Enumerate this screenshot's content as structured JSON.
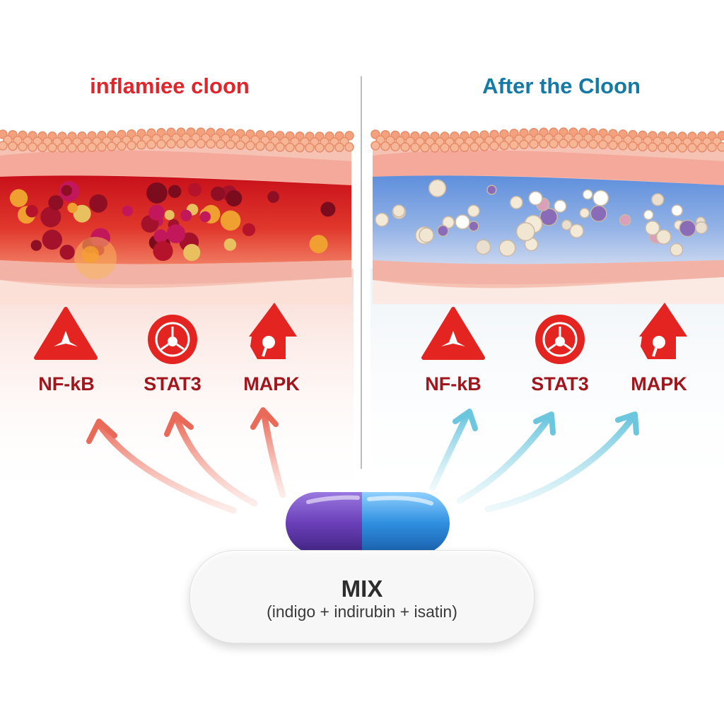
{
  "panels": {
    "left": {
      "title": "inflamiee cloon",
      "accent": "#e0262a",
      "tissue_tint": "#d8241e",
      "pathways": [
        "NF-kB",
        "STAT3",
        "MAPK"
      ]
    },
    "right": {
      "title": "After the Cloon",
      "accent": "#157aa6",
      "tissue_tint": "#6d98de",
      "pathways": [
        "NF-kB",
        "STAT3",
        "MAPK"
      ]
    }
  },
  "icons": [
    "warning-triangle-icon",
    "circle-node-icon",
    "up-arrow-icon"
  ],
  "capsule": {
    "colors": {
      "left_half": "#6a3fb8",
      "right_half": "#2f8fe0"
    }
  },
  "mix": {
    "title": "MIX",
    "subtitle": "(indigo + indirubin + isatin)"
  }
}
